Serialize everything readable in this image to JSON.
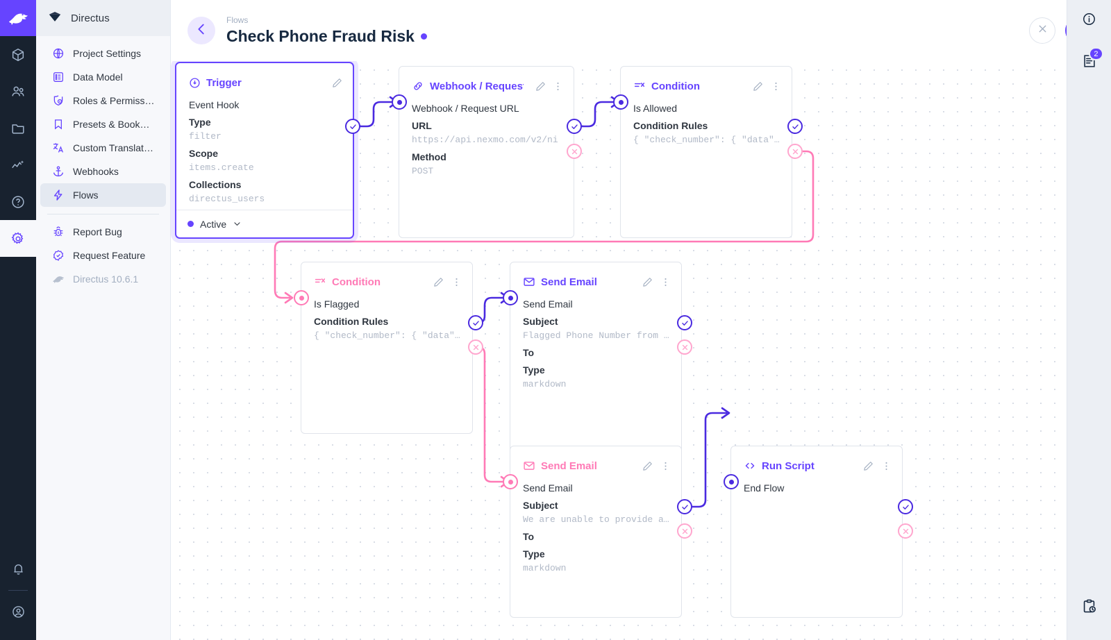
{
  "rail": {
    "logo_icon": "directus-rabbit-logo",
    "items": [
      {
        "name": "content",
        "icon": "box-icon",
        "active": false
      },
      {
        "name": "users",
        "icon": "people-icon",
        "active": false
      },
      {
        "name": "files",
        "icon": "folder-icon",
        "active": false
      },
      {
        "name": "insights",
        "icon": "insights-icon",
        "active": false
      },
      {
        "name": "help",
        "icon": "help-circle-icon",
        "active": false
      },
      {
        "name": "settings",
        "icon": "gear-icon",
        "active": true
      }
    ],
    "bottom": [
      {
        "name": "notifications",
        "icon": "bell-icon"
      },
      {
        "name": "account",
        "icon": "account-circle-icon"
      }
    ]
  },
  "sidebar": {
    "header_title": "Directus",
    "header_icon": "directus-diamond-icon",
    "items": [
      {
        "label": "Project Settings",
        "icon": "public-globe-icon",
        "active": false
      },
      {
        "label": "Data Model",
        "icon": "list-box-icon",
        "active": false
      },
      {
        "label": "Roles & Permissions",
        "icon": "shield-person-icon",
        "active": false
      },
      {
        "label": "Presets & Bookmar…",
        "icon": "bookmark-icon",
        "active": false
      },
      {
        "label": "Custom Translations",
        "icon": "translate-icon",
        "active": false
      },
      {
        "label": "Webhooks",
        "icon": "anchor-icon",
        "active": false
      },
      {
        "label": "Flows",
        "icon": "bolt-icon",
        "active": true
      }
    ],
    "footer_items": [
      {
        "label": "Report Bug",
        "icon": "bug-icon",
        "muted": false
      },
      {
        "label": "Request Feature",
        "icon": "check-badge-icon",
        "muted": false
      },
      {
        "label": "Directus 10.6.1",
        "icon": "directus-rabbit-icon",
        "muted": true
      }
    ]
  },
  "header": {
    "back_icon": "arrow-left-icon",
    "breadcrumb": "Flows",
    "title": "Check Phone Fraud Risk",
    "status_dot_color": "#6644ff",
    "cancel_icon": "close-x-icon",
    "save_icon": "check-icon"
  },
  "right_rail": {
    "info_icon": "info-circle-icon",
    "notes_icon": "notes-document-icon",
    "notes_badge": "2",
    "logs_icon": "clipboard-clock-icon"
  },
  "colors": {
    "accent": "#6644ff",
    "edge_purple": "#4a2ae0",
    "edge_pink": "#ff7ab6",
    "reject_pink": "#ffa6ce",
    "muted_text": "#b1b9c7"
  },
  "flow": {
    "nodes": [
      {
        "id": "trigger",
        "title": "Trigger",
        "icon": "trigger-bolt-circle-icon",
        "accent": "purple",
        "selected": true,
        "name": "Event Hook",
        "fields": [
          {
            "key": "Type",
            "value": "filter"
          },
          {
            "key": "Scope",
            "value": "items.create"
          },
          {
            "key": "Collections",
            "value": "directus_users"
          }
        ],
        "footer": {
          "status": "Active",
          "chevron": "chevron-down-icon"
        },
        "has_edit": true,
        "has_menu": false
      },
      {
        "id": "webhook",
        "title": "Webhook / Request U",
        "icon": "link-chain-icon",
        "accent": "purple",
        "selected": false,
        "name": "Webhook / Request URL",
        "fields": [
          {
            "key": "URL",
            "value": "https://api.nexmo.com/v2/ni"
          },
          {
            "key": "Method",
            "value": "POST"
          }
        ],
        "has_edit": true,
        "has_menu": true
      },
      {
        "id": "condition-allowed",
        "title": "Condition",
        "icon": "condition-filter-icon",
        "accent": "purple",
        "selected": false,
        "name": "Is Allowed",
        "fields": [
          {
            "key": "Condition Rules",
            "value": "{ \"check_number\": { \"data\"…"
          }
        ],
        "has_edit": true,
        "has_menu": true
      },
      {
        "id": "condition-flagged",
        "title": "Condition",
        "icon": "condition-filter-icon",
        "accent": "pink",
        "selected": false,
        "name": "Is Flagged",
        "fields": [
          {
            "key": "Condition Rules",
            "value": "{ \"check_number\": { \"data\"…"
          }
        ],
        "has_edit": true,
        "has_menu": true
      },
      {
        "id": "send-email-flagged",
        "title": "Send Email",
        "icon": "envelope-icon",
        "accent": "purple",
        "selected": false,
        "name": "Send Email",
        "fields": [
          {
            "key": "Subject",
            "value": "Flagged Phone Number from …"
          },
          {
            "key": "To",
            "value": ""
          },
          {
            "key": "Type",
            "value": "markdown"
          }
        ],
        "has_edit": true,
        "has_menu": true
      },
      {
        "id": "send-email-unable",
        "title": "Send Email",
        "icon": "envelope-icon",
        "accent": "pink",
        "selected": false,
        "name": "Send Email",
        "fields": [
          {
            "key": "Subject",
            "value": "We are unable to provide a…"
          },
          {
            "key": "To",
            "value": ""
          },
          {
            "key": "Type",
            "value": "markdown"
          }
        ],
        "has_edit": true,
        "has_menu": true
      },
      {
        "id": "run-script",
        "title": "Run Script",
        "icon": "code-brackets-icon",
        "accent": "purple",
        "selected": false,
        "name": "End Flow",
        "fields": [],
        "has_edit": true,
        "has_menu": true
      }
    ]
  }
}
